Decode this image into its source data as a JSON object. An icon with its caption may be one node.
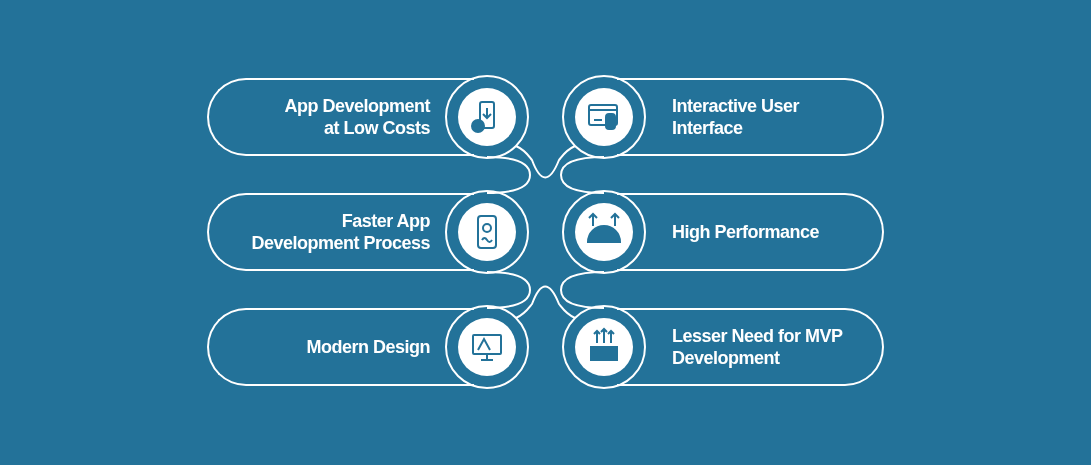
{
  "diagram": {
    "nodes": [
      {
        "text": [
          "App Development at Low Costs"
        ]
      },
      {
        "text": [
          "Interactive User Interface"
        ]
      },
      {
        "text": [
          "Faster App Development Process"
        ]
      },
      {
        "text": [
          "High Performance"
        ]
      },
      {
        "text": [
          "Modern Design"
        ]
      },
      {
        "text": [
          "Lesser Need for MVP Development"
        ]
      }
    ]
  }
}
